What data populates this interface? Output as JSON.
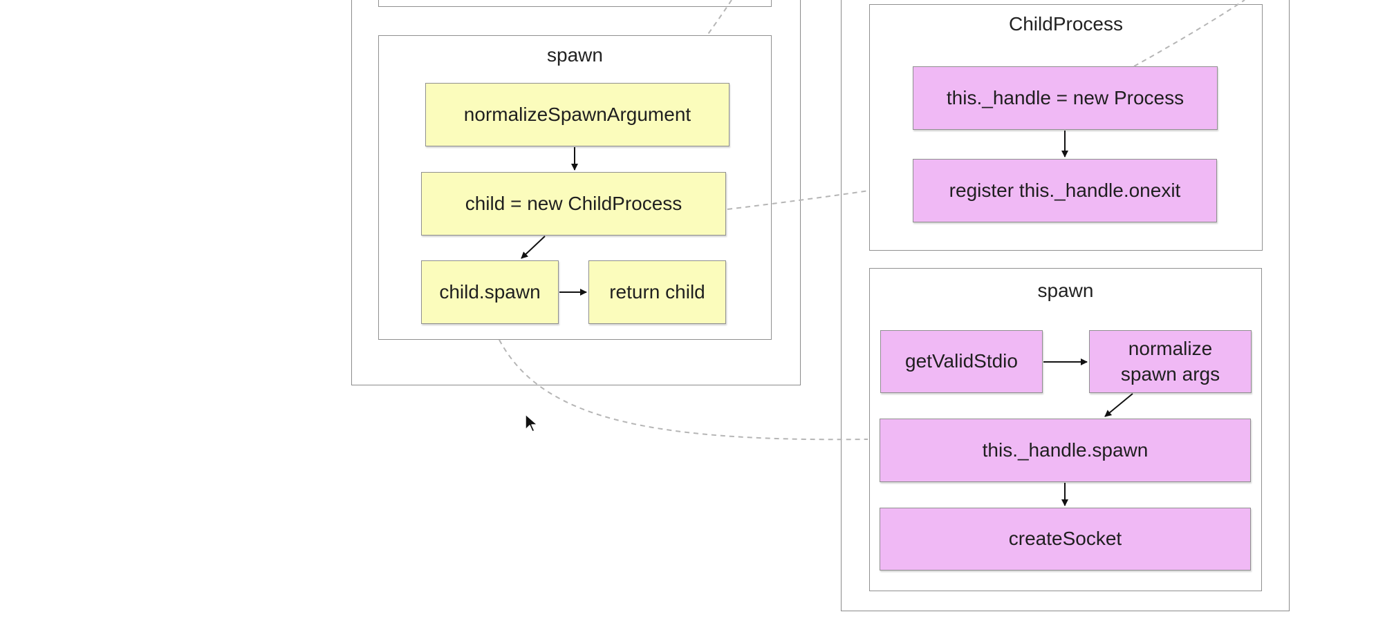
{
  "colors": {
    "left_nodes": "#fbfcbc",
    "right_nodes": "#f0b9f5",
    "border": "#8f8f8f",
    "dashed_connector": "#b5b5b5"
  },
  "left_panel": {
    "spawn_group": {
      "title": "spawn",
      "nodes": {
        "normalize": "normalizeSpawnArgument",
        "new_child": "child = new ChildProcess",
        "child_spawn": "child.spawn",
        "return_child": "return child"
      }
    }
  },
  "right_panel": {
    "childprocess_group": {
      "title": "ChildProcess",
      "nodes": {
        "new_process": "this._handle = new Process",
        "register_onexit": "register this._handle.onexit"
      }
    },
    "spawn_group": {
      "title": "spawn",
      "nodes": {
        "get_valid_stdio": "getValidStdio",
        "normalize_args": "normalize spawn args",
        "handle_spawn": "this._handle.spawn",
        "create_socket": "createSocket"
      }
    }
  }
}
